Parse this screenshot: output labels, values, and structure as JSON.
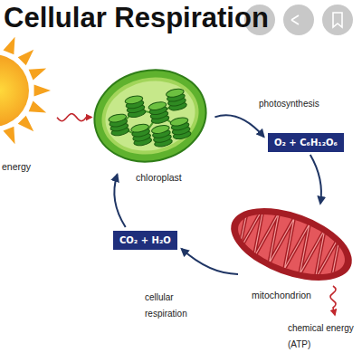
{
  "diagram": {
    "title": "Cellular Respiration",
    "nodes": [
      {
        "text": [
          "energy"
        ]
      },
      {
        "text": [
          "chloroplast"
        ]
      },
      {
        "text": [
          "O₂ + C₆H₁₂O₆"
        ]
      },
      {
        "text": [
          "mitochondrion"
        ]
      },
      {
        "text": [
          "CO₂ + H₂O"
        ]
      }
    ],
    "edges": [
      {
        "from": 0,
        "to": 1,
        "arrow": "to"
      },
      {
        "from": 1,
        "to": 2,
        "arrow": "to",
        "label": "photosynthesis"
      },
      {
        "from": 2,
        "to": 3,
        "arrow": "to"
      },
      {
        "from": 3,
        "to": 4,
        "arrow": "to",
        "label": "cellular respiration"
      },
      {
        "from": 4,
        "to": 1,
        "arrow": "to"
      }
    ],
    "labels": [
      "chemical energy (ATP)"
    ]
  }
}
